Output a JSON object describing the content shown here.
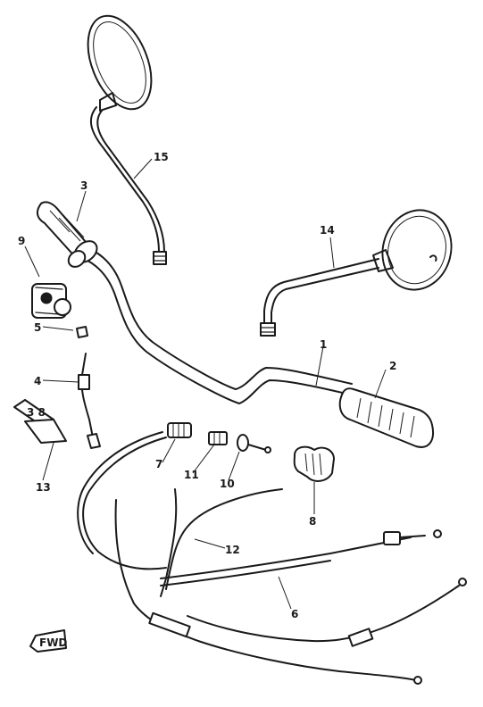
{
  "labels": {
    "l1": "1",
    "l2": "2",
    "l3": "3",
    "l4": "4",
    "l5": "5",
    "l6": "6",
    "l7": "7",
    "l8": "8",
    "l9": "9",
    "l10": "10",
    "l11": "11",
    "l12": "12",
    "l13": "13",
    "l14": "14",
    "l15": "15"
  },
  "front_marker": "FWD"
}
